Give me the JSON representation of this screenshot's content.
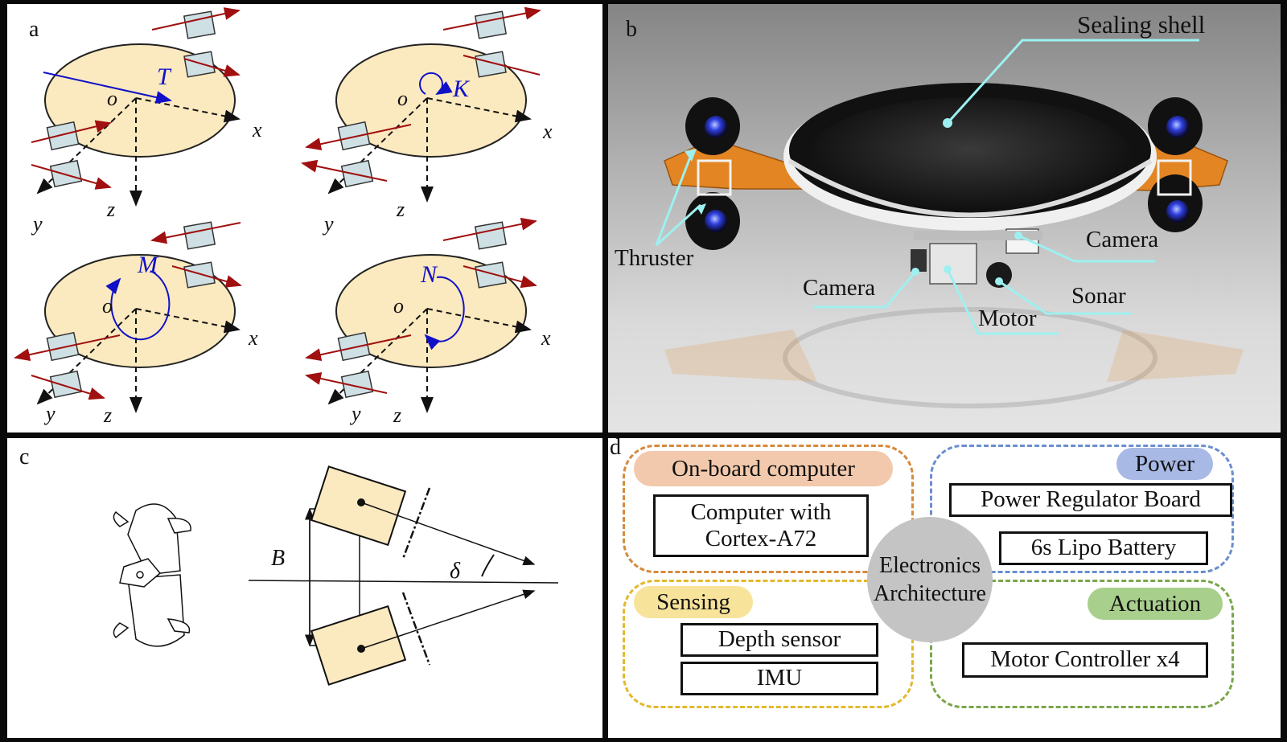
{
  "panels": {
    "a": {
      "letter": "a",
      "quadrants": [
        {
          "moment": "T",
          "origin": "o",
          "axes": {
            "x": "x",
            "y": "y",
            "z": "z"
          }
        },
        {
          "moment": "K",
          "origin": "o",
          "axes": {
            "x": "x",
            "y": "y",
            "z": "z"
          }
        },
        {
          "moment": "M",
          "origin": "o",
          "axes": {
            "x": "x",
            "y": "y",
            "z": "z"
          }
        },
        {
          "moment": "N",
          "origin": "o",
          "axes": {
            "x": "x",
            "y": "y",
            "z": "z"
          }
        }
      ]
    },
    "b": {
      "letter": "b",
      "callouts": {
        "sealing_shell": "Sealing shell",
        "thruster": "Thruster",
        "camera_right": "Camera",
        "camera_left": "Camera",
        "sonar": "Sonar",
        "motor": "Motor"
      }
    },
    "c": {
      "letter": "c",
      "baseline": "B",
      "angle": "δ"
    },
    "d": {
      "letter": "d",
      "center": "Electronics Architecture",
      "groups": {
        "onboard": {
          "title": "On-board computer",
          "items": [
            "Computer with Cortex-A72"
          ]
        },
        "power": {
          "title": "Power",
          "items": [
            "Power Regulator Board",
            "6s Lipo Battery"
          ]
        },
        "sensing": {
          "title": "Sensing",
          "items": [
            "Depth sensor",
            "IMU"
          ]
        },
        "actuation": {
          "title": "Actuation",
          "items": [
            "Motor Controller x4"
          ]
        }
      },
      "colors": {
        "onboard": "#d68a3c",
        "power": "#6a8ed0",
        "sensing": "#e2b92c",
        "actuation": "#7aa64a",
        "onboard_fill": "#f2c9ac",
        "power_fill": "#a9b9e6",
        "sensing_fill": "#f7e39a",
        "actuation_fill": "#a9cf8c"
      }
    }
  },
  "colors": {
    "hull_fill": "#fbe9bf",
    "arrow_red": "#a01010",
    "arrow_blue": "#1010c8",
    "callout_cyan": "#9ef0f0",
    "orange_frame": "#e38522"
  }
}
